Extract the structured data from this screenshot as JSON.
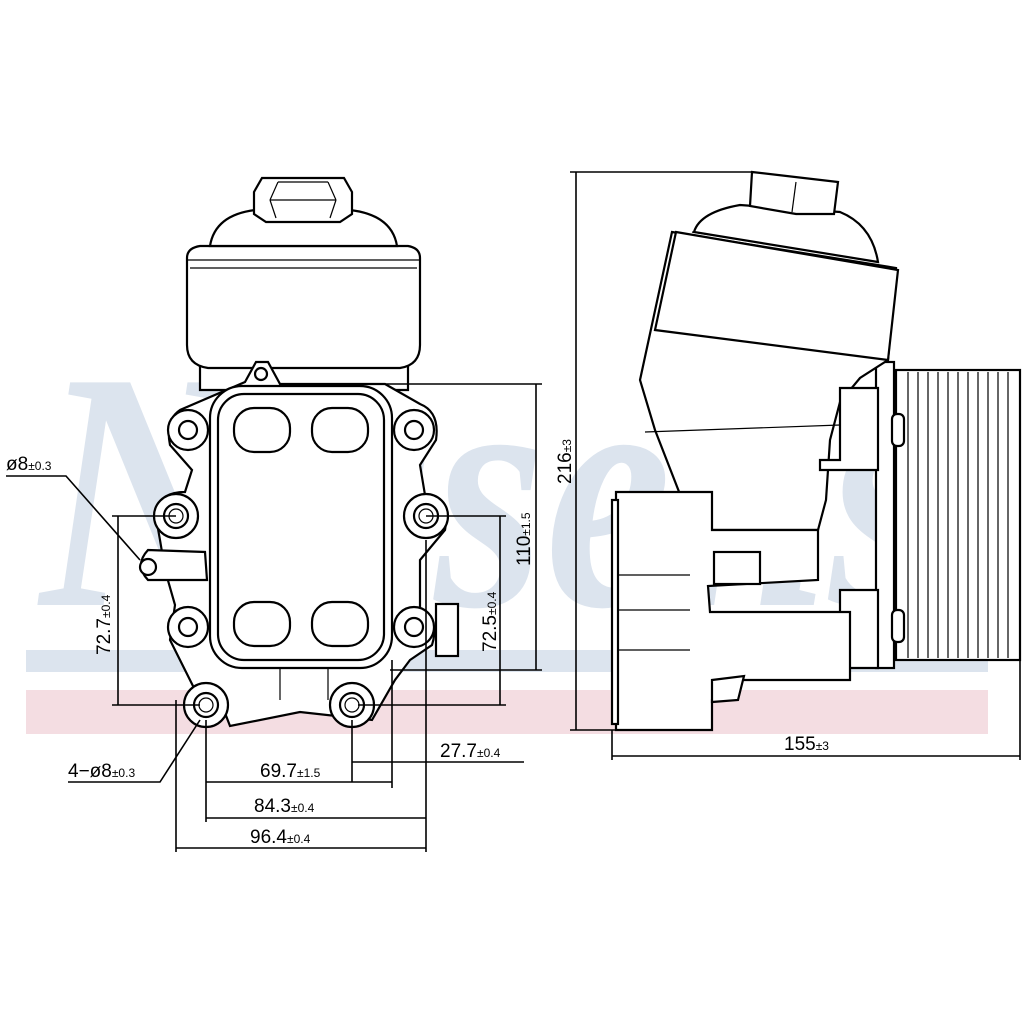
{
  "watermark": {
    "text": "Nissens",
    "color": "#dce4ee",
    "band_color": "#f4dde2"
  },
  "dimensions": {
    "hole_single": {
      "main": "ø8",
      "tol": "±0.3"
    },
    "hole_four": {
      "main": "4−ø8",
      "tol": "±0.3"
    },
    "height_72_7": {
      "main": "72.7",
      "tol": "±0.4"
    },
    "height_72_5": {
      "main": "72.5",
      "tol": "±0.4"
    },
    "height_110": {
      "main": "110",
      "tol": "±1.5"
    },
    "width_27_7": {
      "main": "27.7",
      "tol": "±0.4"
    },
    "width_69_7": {
      "main": "69.7",
      "tol": "±1.5"
    },
    "width_84_3": {
      "main": "84.3",
      "tol": "±0.4"
    },
    "width_96_4": {
      "main": "96.4",
      "tol": "±0.4"
    },
    "height_216": {
      "main": "216",
      "tol": "±3"
    },
    "width_155": {
      "main": "155",
      "tol": "±3"
    }
  }
}
